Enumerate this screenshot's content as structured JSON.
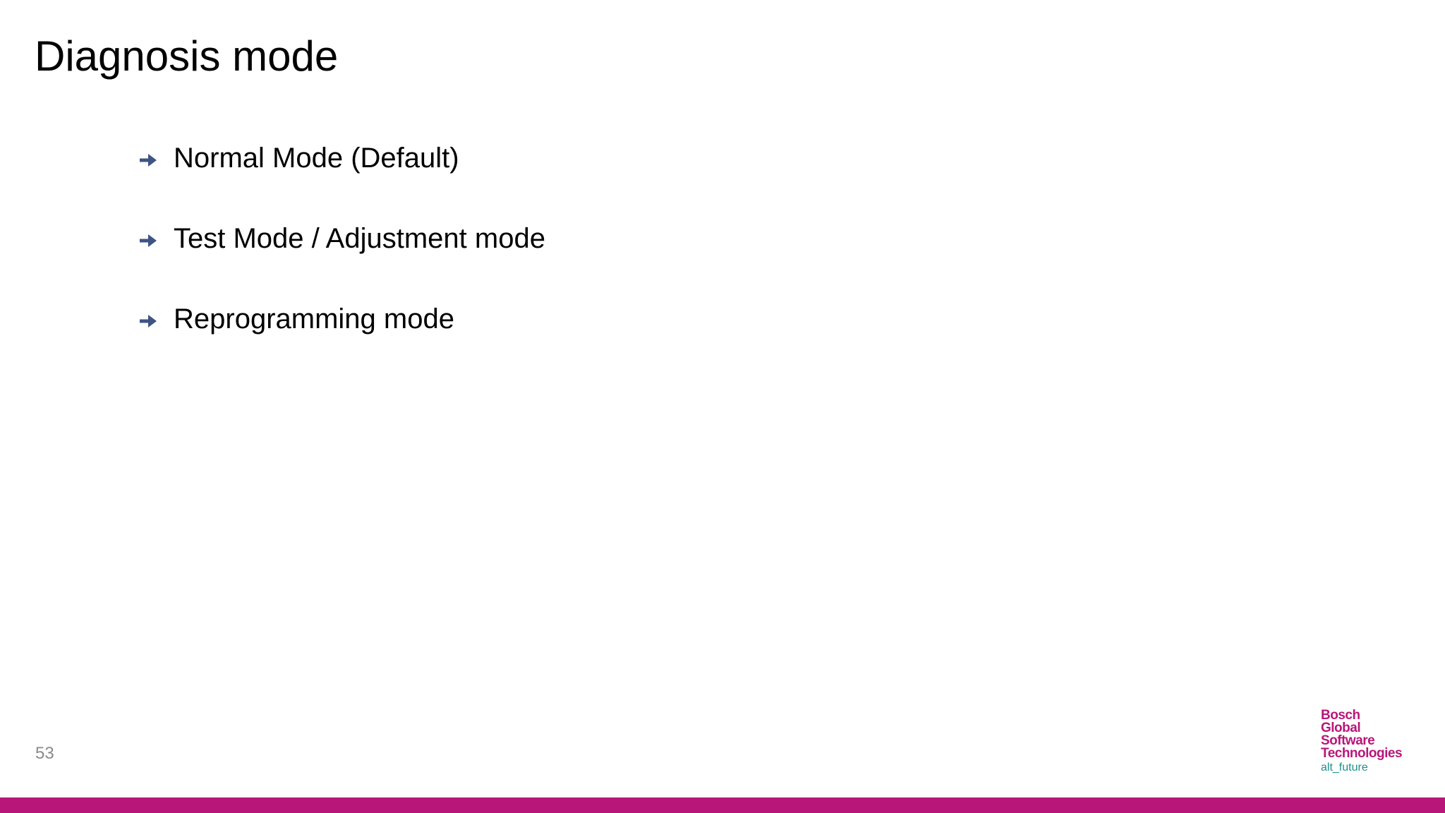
{
  "slide": {
    "title": "Diagnosis mode",
    "bullets": [
      {
        "icon": "arrow-right-icon",
        "text": "Normal Mode (Default)"
      },
      {
        "icon": "arrow-right-icon",
        "text": "Test Mode / Adjustment mode"
      },
      {
        "icon": "arrow-right-icon",
        "text": "Reprogramming mode"
      }
    ],
    "page_number": "53"
  },
  "logo": {
    "lines": [
      "Bosch",
      "Global",
      "Software",
      "Technologies"
    ],
    "tagline": "alt_future"
  },
  "colors": {
    "accent": "#B81679",
    "arrow": "#3E5485",
    "tagline": "#1F8F89",
    "page_number": "#8A8A8A"
  }
}
